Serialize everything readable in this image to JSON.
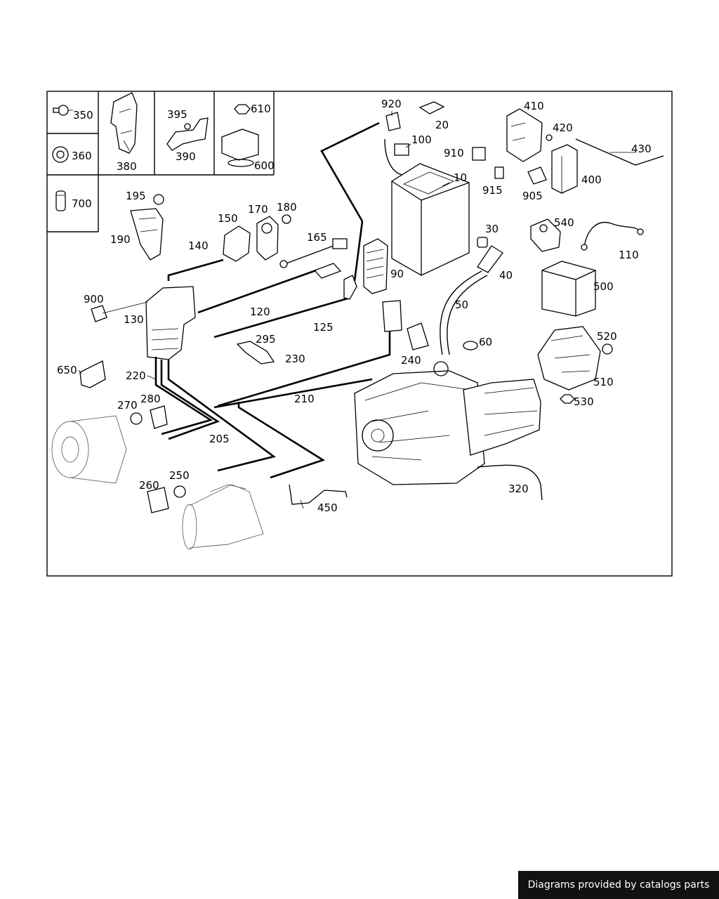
{
  "labels": {
    "l350": "350",
    "l360": "360",
    "l700": "700",
    "l380": "380",
    "l395": "395",
    "l390": "390",
    "l610": "610",
    "l600": "600",
    "l920": "920",
    "l20": "20",
    "l100": "100",
    "l10": "10",
    "l410": "410",
    "l420": "420",
    "l430": "430",
    "l910": "910",
    "l915": "915",
    "l905": "905",
    "l400": "400",
    "l195": "195",
    "l190": "190",
    "l150": "150",
    "l170": "170",
    "l180": "180",
    "l165": "165",
    "l140": "140",
    "l120": "120",
    "l125": "125",
    "l90": "90",
    "l30": "30",
    "l40": "40",
    "l50": "50",
    "l540": "540",
    "l110": "110",
    "l500": "500",
    "l900": "900",
    "l130": "130",
    "l295": "295",
    "l230": "230",
    "l210": "210",
    "l240": "240",
    "l60": "60",
    "l520": "520",
    "l510": "510",
    "l530": "530",
    "l650": "650",
    "l220": "220",
    "l270": "270",
    "l280": "280",
    "l205": "205",
    "l260": "260",
    "l250": "250",
    "l450": "450",
    "l320": "320"
  },
  "credit": "Diagrams provided by catalogs parts"
}
